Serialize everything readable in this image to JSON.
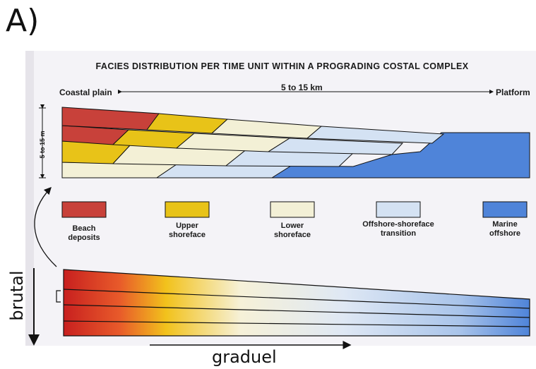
{
  "panel_label": "A)",
  "title": "FACIES DISTRIBUTION PER TIME UNIT WITHIN A PROGRADING COSTAL COMPLEX",
  "axis": {
    "left_label": "Coastal plain",
    "distance_label": "5 to 15 km",
    "right_label": "Platform",
    "thickness_label": "5 to 15 m"
  },
  "legend": [
    {
      "line1": "Beach",
      "line2": "deposits",
      "color": "#c8413a"
    },
    {
      "line1": "Upper",
      "line2": "shoreface",
      "color": "#e8c318"
    },
    {
      "line1": "Lower",
      "line2": "shoreface",
      "color": "#f3f0d6"
    },
    {
      "line1": "Offshore-shoreface",
      "line2": "transition",
      "color": "#d4e2f3"
    },
    {
      "line1": "Marine",
      "line2": "offshore",
      "color": "#4f84d9"
    }
  ],
  "annotations": {
    "brutal": "brutal",
    "graduel": "graduel"
  }
}
